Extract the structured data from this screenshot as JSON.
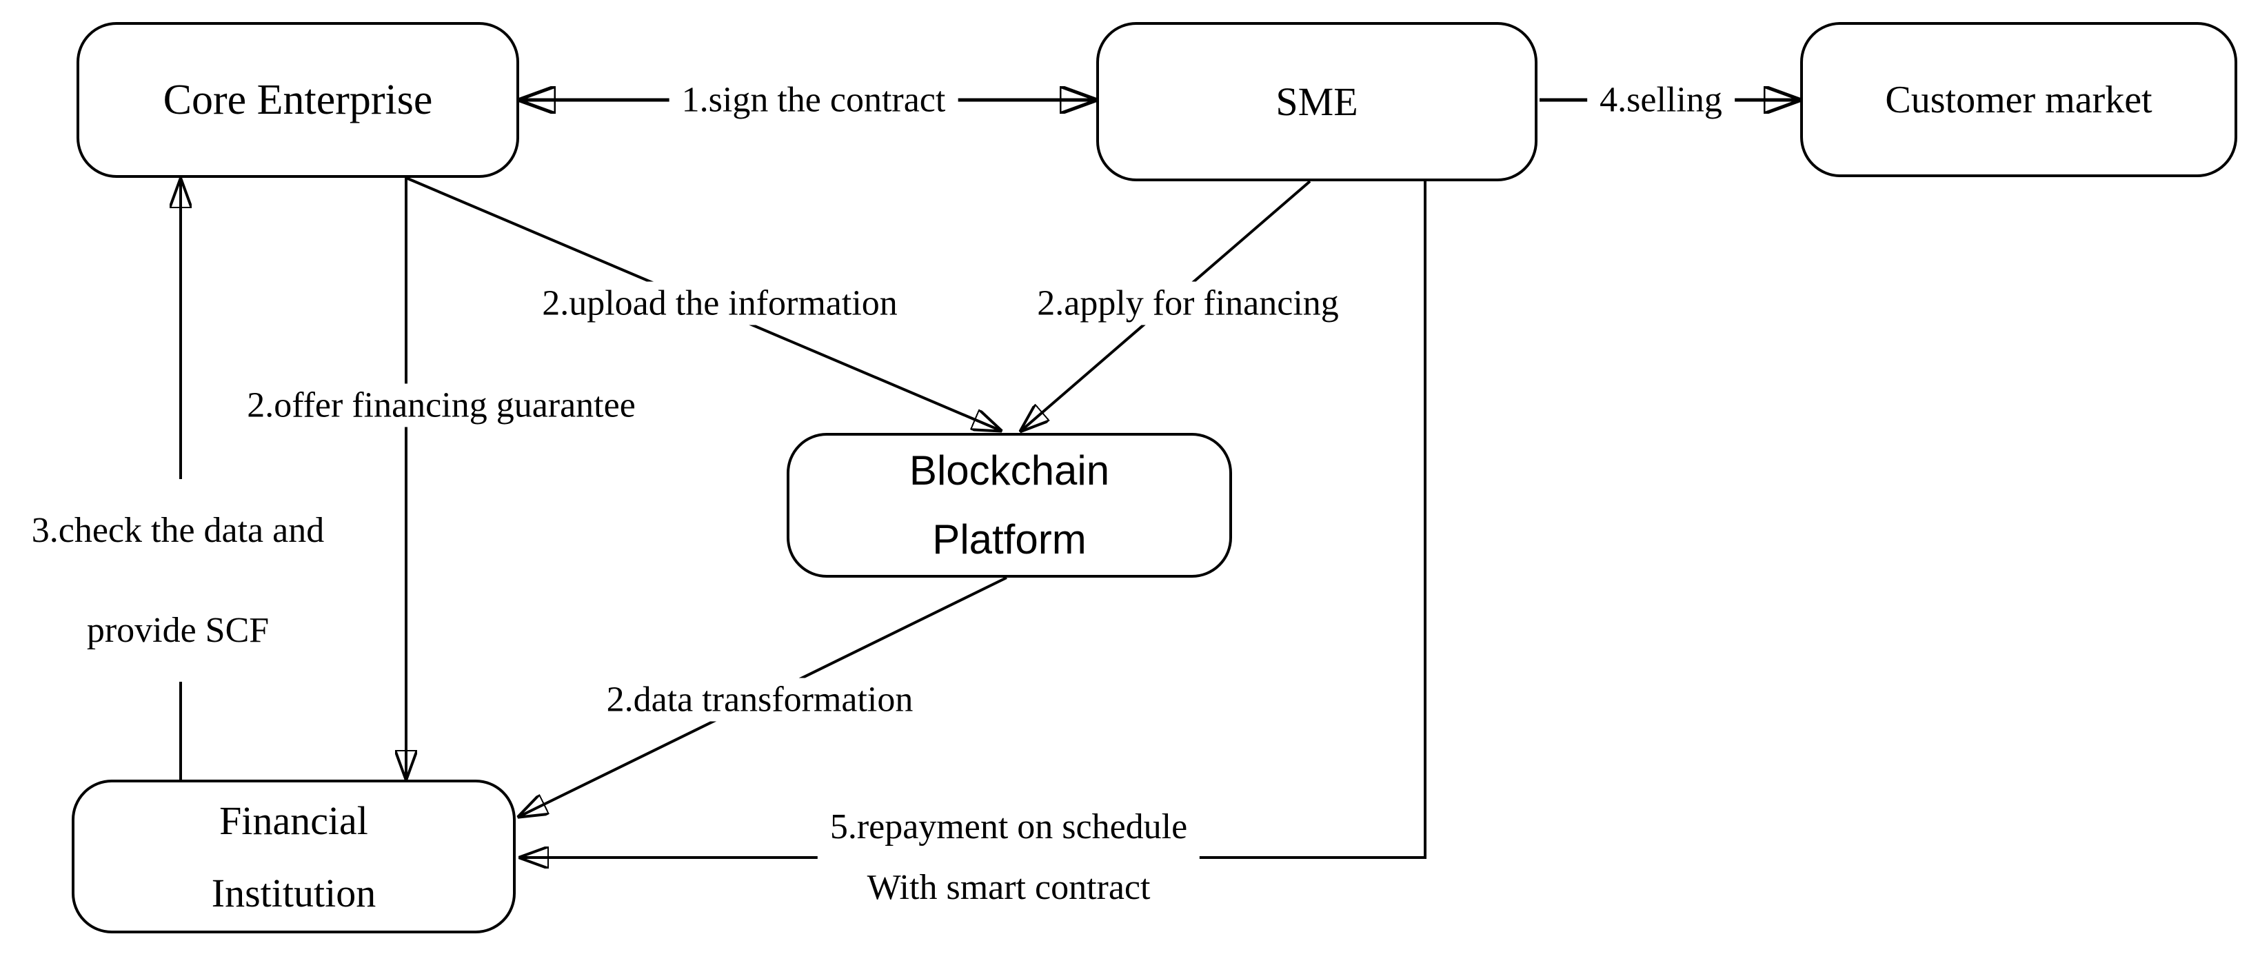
{
  "diagram": {
    "type": "flow-diagram",
    "background_color": "#ffffff",
    "stroke_color": "#000000",
    "text_color": "#000000",
    "nodes": [
      {
        "id": "core-enterprise",
        "label": "Core Enterprise"
      },
      {
        "id": "sme",
        "label": "SME"
      },
      {
        "id": "customer-market",
        "label": "Customer market"
      },
      {
        "id": "blockchain-platform",
        "label": "Blockchain Platform",
        "label_lines": [
          "Blockchain",
          "Platform"
        ]
      },
      {
        "id": "financial-institution",
        "label": "Financial Institution",
        "label_lines": [
          "Financial",
          "Institution"
        ]
      }
    ],
    "edges": [
      {
        "id": "sign-contract",
        "from": "core-enterprise",
        "to": "sme",
        "direction": "both",
        "label": "1.sign the contract"
      },
      {
        "id": "selling",
        "from": "sme",
        "to": "customer-market",
        "direction": "one",
        "label": "4.selling"
      },
      {
        "id": "upload-information",
        "from": "core-enterprise",
        "to": "blockchain-platform",
        "direction": "one",
        "label": "2.upload the information"
      },
      {
        "id": "apply-financing",
        "from": "sme",
        "to": "blockchain-platform",
        "direction": "one",
        "label": "2.apply for financing"
      },
      {
        "id": "offer-guarantee",
        "from": "core-enterprise",
        "to": "financial-institution",
        "direction": "one",
        "label": "2.offer financing guarantee"
      },
      {
        "id": "check-provide-scf",
        "from": "financial-institution",
        "to": "core-enterprise",
        "direction": "one",
        "label": "3.check the data and provide SCF",
        "label_lines": [
          "3.check the data and",
          "provide SCF"
        ]
      },
      {
        "id": "data-transformation",
        "from": "blockchain-platform",
        "to": "financial-institution",
        "direction": "one",
        "label": "2.data transformation"
      },
      {
        "id": "repayment",
        "from": "sme",
        "to": "financial-institution",
        "direction": "one",
        "label": "5.repayment on schedule With smart contract",
        "label_lines": [
          "5.repayment on schedule",
          "With smart contract"
        ]
      }
    ]
  }
}
